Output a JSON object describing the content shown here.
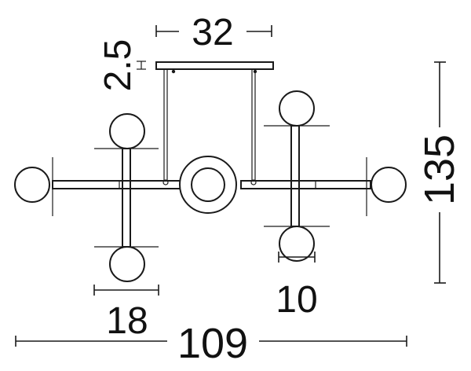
{
  "dimensions": {
    "top_width": "32",
    "canopy_height": "2.5",
    "total_height": "135",
    "arm_spacing": "18",
    "globe_diameter": "10",
    "total_width": "109"
  },
  "colors": {
    "line": "#1a1a1a",
    "background": "#ffffff"
  }
}
